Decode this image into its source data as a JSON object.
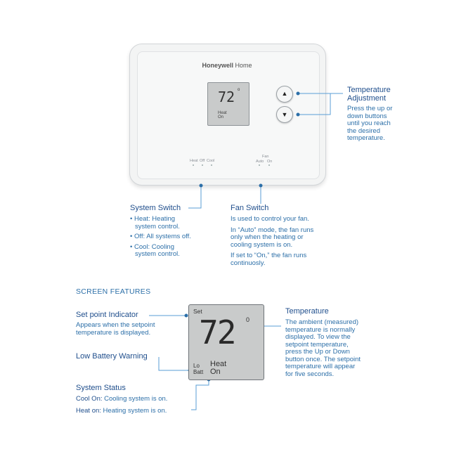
{
  "device": {
    "brand": "Honeywell",
    "brand_suffix": "Home",
    "display_temp": "72",
    "display_status_line1": "Heat",
    "display_status_line2": "On",
    "mode_labels": [
      "Heat",
      "Off",
      "Cool"
    ],
    "fan_label": "Fan",
    "fan_labels": [
      "Auto",
      "On"
    ]
  },
  "annotations": {
    "temp_adjust": {
      "title": [
        "Temperature",
        "Adjustment"
      ],
      "body": [
        "Press the up or",
        "down buttons",
        "until you reach",
        "the desired",
        "temperature."
      ]
    },
    "system_switch": {
      "title": "System Switch",
      "items": [
        [
          "• Heat: Heating",
          "system control."
        ],
        [
          "• Off: All systems off."
        ],
        [
          "• Cool: Cooling",
          "system control."
        ]
      ]
    },
    "fan_switch": {
      "title": "Fan Switch",
      "paras": [
        [
          "Is used to control your fan."
        ],
        [
          "In “Auto” mode, the fan runs",
          "only when the heating or",
          "cooling system is on."
        ],
        [
          "If set to “On,” the fan runs",
          "continuosly."
        ]
      ]
    }
  },
  "screen_features": {
    "heading": "SCREEN FEATURES",
    "display": {
      "set_label": "Set",
      "temp": "72",
      "degree": "0",
      "lo_batt": [
        "Lo",
        "Batt"
      ],
      "status": [
        "Heat",
        "On"
      ]
    },
    "setpoint": {
      "title": "Set point Indicator",
      "body": [
        "Appears when the setpoint",
        "temperature is displayed."
      ]
    },
    "low_battery": {
      "title": "Low Battery Warning"
    },
    "system_status": {
      "title": "System Status",
      "lines": [
        {
          "bold": "Cool On:",
          "rest": " Cooling system is on."
        },
        {
          "bold": "Heat on:",
          "rest": " Heating system is on."
        }
      ]
    },
    "temperature": {
      "title": "Temperature",
      "body": [
        "The ambient (measured)",
        "temperature is normally",
        "displayed. To view the",
        "setpoint temperature,",
        "press the Up or Down",
        "button once. The setpoint",
        "temperature will appear",
        "for five seconds."
      ]
    }
  },
  "colors": {
    "accent": "#2c6fa8",
    "title": "#1f4e8c",
    "lcd": "#c9cbcb",
    "body": "#f4f5f5"
  }
}
